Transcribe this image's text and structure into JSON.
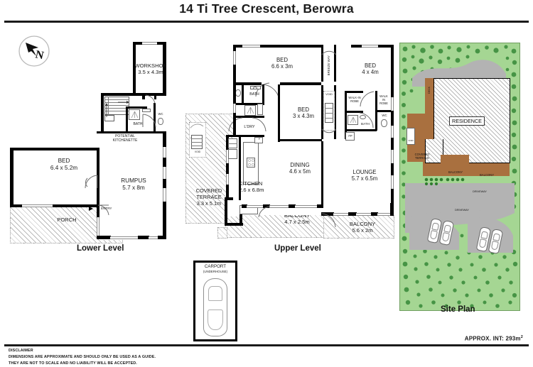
{
  "header": {
    "title": "14 Ti Tree Crescent, Berowra"
  },
  "compass": {
    "letter": "N",
    "name": "north-arrow"
  },
  "levels": {
    "lower": {
      "caption": "Lower Level"
    },
    "upper": {
      "caption": "Upper Level"
    },
    "site": {
      "caption": "Site Plan"
    }
  },
  "lower_level": {
    "rooms": [
      {
        "name": "WORKSHOP",
        "dim": "3.5 x 4.3m"
      },
      {
        "name": "BED",
        "dim": "6.4 x 5.2m"
      },
      {
        "name": "RUMPUS",
        "dim": "5.7 x 8m"
      }
    ],
    "spaces": [
      {
        "name": "BATH"
      },
      {
        "name": "WC"
      },
      {
        "name": "POTENTIAL KITCHENETTE",
        "line1": "POTENTIAL",
        "line2": "KITCHENETTE"
      },
      {
        "name": "PORCH"
      },
      {
        "name": "ENTRY"
      }
    ]
  },
  "upper_level": {
    "rooms": [
      {
        "name": "BED",
        "dim": "6.6 x 3m"
      },
      {
        "name": "BED",
        "dim": "4 x 4m"
      },
      {
        "name": "BED",
        "dim": "3 x 4.3m"
      },
      {
        "name": "DINING",
        "dim": "4.6 x 5m"
      },
      {
        "name": "LOUNGE",
        "dim": "5.7 x 6.5m"
      },
      {
        "name": "KITCHEN",
        "dim": "2.6 x 6.8m"
      },
      {
        "name": "COVERED TERRACE",
        "line1": "COVERED",
        "line2": "TERRACE",
        "dim": "3.3 x 5.1m"
      },
      {
        "name": "BALCONY",
        "dim": "4.7 x 2.5m"
      },
      {
        "name": "BALCONY",
        "dim": "5.6 x 2m"
      }
    ],
    "spaces": [
      {
        "name": "BATH"
      },
      {
        "name": "L'DRY"
      },
      {
        "name": "LINEN"
      },
      {
        "name": "BREEZE WAY"
      },
      {
        "name": "VOID"
      },
      {
        "name": "VOID"
      },
      {
        "name": "WALK-IN ROBE",
        "line1": "WALK-IN",
        "line2": "ROBE"
      },
      {
        "name": "WALK IN ROBE",
        "line1": "WALK",
        "line2": "IN",
        "line3": "ROBE"
      },
      {
        "name": "WC"
      },
      {
        "name": "FP"
      },
      {
        "name": "F"
      }
    ]
  },
  "carport": {
    "label": "CARPORT",
    "sublabel": "(UNDERHOUSE)"
  },
  "site_plan": {
    "residence_label": "RESIDENCE",
    "labels": [
      {
        "name": "DECK"
      },
      {
        "name": "VOID"
      },
      {
        "name": "COVERED TERRACE",
        "line1": "COVERED",
        "line2": "TERRACE"
      },
      {
        "name": "BALCONY"
      },
      {
        "name": "BALCONY"
      },
      {
        "name": "DRIVEWAY"
      },
      {
        "name": "DRIVEWAY"
      }
    ],
    "colors": {
      "lawn": "#a5d693",
      "tree": "#3f8f3f",
      "path": "#b3b3b3",
      "deck": "#a9703f",
      "wall": "#000000"
    },
    "car_count": 4
  },
  "footer": {
    "area_label": "APPROX. INT:",
    "area_value": "293m",
    "area_sup": "2",
    "disclaimer_title": "DISCLAIMER",
    "disclaimer_line1": "DIMENSIONS ARE APPROXIMATE AND SHOULD ONLY BE USED AS A  GUIDE.",
    "disclaimer_line2": "THEY ARE NOT TO SCALE AND NO LIABILITY WILL BE ACCEPTED."
  }
}
